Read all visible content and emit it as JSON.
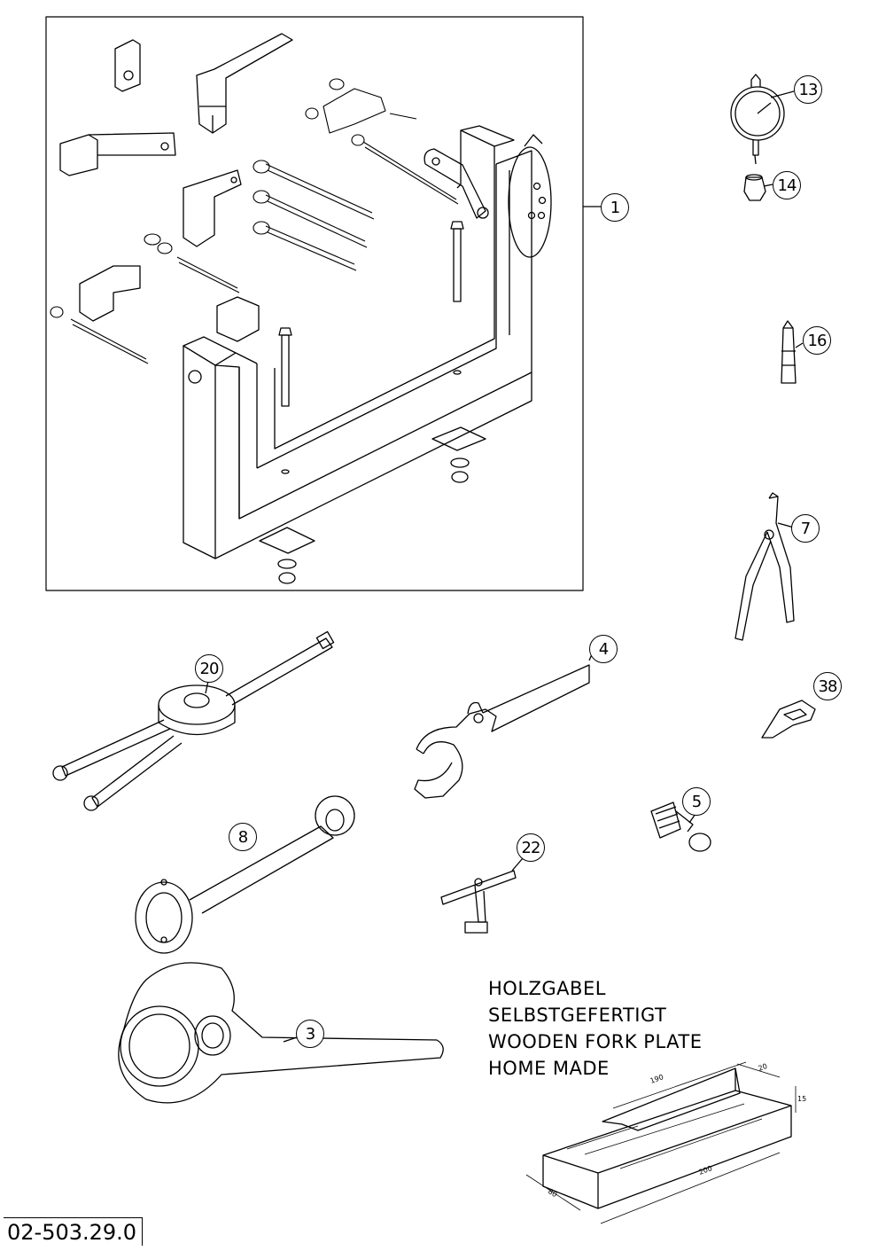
{
  "callouts": [
    {
      "id": "c1",
      "text": "1"
    },
    {
      "id": "c13",
      "text": "13"
    },
    {
      "id": "c14",
      "text": "14"
    },
    {
      "id": "c16",
      "text": "16"
    },
    {
      "id": "c7",
      "text": "7"
    },
    {
      "id": "c20",
      "text": "20"
    },
    {
      "id": "c4",
      "text": "4"
    },
    {
      "id": "c38",
      "text": "38"
    },
    {
      "id": "c5",
      "text": "5"
    },
    {
      "id": "c8",
      "text": "8"
    },
    {
      "id": "c22",
      "text": "22"
    },
    {
      "id": "c3",
      "text": "3"
    }
  ],
  "note": {
    "line1": "HOLZGABEL",
    "line2": "SELBSTGEFERTIGT",
    "line3": "WOODEN FORK PLATE",
    "line4": "HOME MADE"
  },
  "dimensions": {
    "d190": "190",
    "d20": "20",
    "d15": "15",
    "d200": "200",
    "d80": "80"
  },
  "drawing_code": "02-503.29.0"
}
